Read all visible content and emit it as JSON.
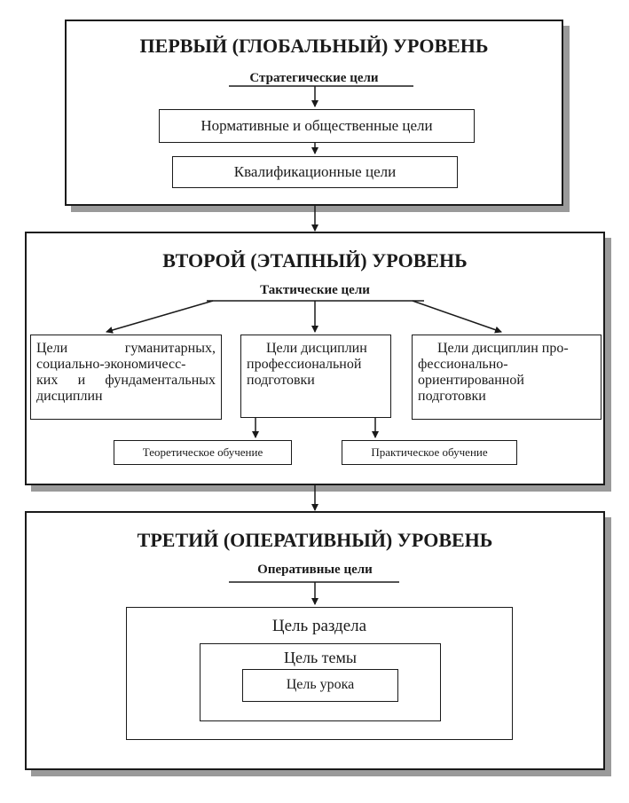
{
  "level1": {
    "title": "ПЕРВЫЙ (ГЛОБАЛЬНЫЙ) УРОВЕНЬ",
    "subtitle": "Стратегические цели",
    "box1": "Нормативные и общественные цели",
    "box2": "Квалификационные цели"
  },
  "level2": {
    "title": "ВТОРОЙ (ЭТАПНЫЙ) УРОВЕНЬ",
    "subtitle": "Тактические цели",
    "col1": [
      "Цели гуманитарных,",
      "социально-экономичесс-",
      "ких и фундаментальных",
      "дисциплин"
    ],
    "col2": [
      "Цели дисциплин",
      "профессиональной",
      "подготовки"
    ],
    "col3": [
      "Цели дисциплин про-",
      "фессионально-",
      "ориентированной",
      "подготовки"
    ],
    "theory": "Теоретическое обучение",
    "practice": "Практическое обучение"
  },
  "level3": {
    "title": "ТРЕТИЙ (ОПЕРАТИВНЫЙ) УРОВЕНЬ",
    "subtitle": "Оперативные цели",
    "section": "Цель раздела",
    "topic": "Цель темы",
    "lesson": "Цель урока"
  }
}
